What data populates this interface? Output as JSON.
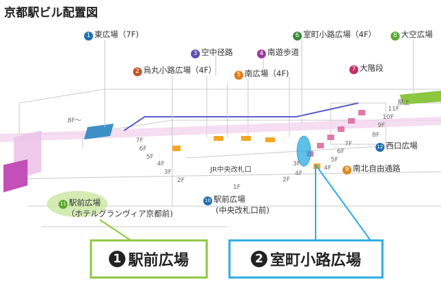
{
  "title": "京都駅ビル配置図",
  "labels": [
    {
      "id": "east",
      "num": "1",
      "text": "東広場（7F)",
      "color": "#1f6fb3"
    },
    {
      "id": "karasuma",
      "num": "2",
      "text": "烏丸小路広場（4F）",
      "color": "#c0562a"
    },
    {
      "id": "skyway",
      "num": "3",
      "text": "空中径路",
      "color": "#5a4fb0"
    },
    {
      "id": "south-stroll",
      "num": "4",
      "text": "南遊歩道",
      "color": "#9b3a9b"
    },
    {
      "id": "south",
      "num": "5",
      "text": "南広場（4F)",
      "color": "#e07b1a"
    },
    {
      "id": "muromachi",
      "num": "6",
      "text": "室町小路広場（4F）",
      "color": "#3a8a3a"
    },
    {
      "id": "stairs",
      "num": "7",
      "text": "大階段",
      "color": "#c2305f"
    },
    {
      "id": "sky",
      "num": "8",
      "text": "大空広場",
      "color": "#5aa832"
    },
    {
      "id": "north-south",
      "num": "9",
      "text": "南北自由通路",
      "color": "#d98a1a"
    },
    {
      "id": "ekimae",
      "num": "10",
      "text": "駅前広場",
      "sub": "(中央改札口前)",
      "color": "#1f6fb3"
    },
    {
      "id": "hotel",
      "num": "11",
      "text": "駅前広場",
      "sub": "（ホテルグランヴィア京都前)",
      "color": "#5aa832"
    },
    {
      "id": "west",
      "num": "12",
      "text": "西口広場",
      "color": "#1f6fb3"
    }
  ],
  "floors": [
    "8F～",
    "7F",
    "6F",
    "5F",
    "4F",
    "3F",
    "2F",
    "1F",
    "4F",
    "3F",
    "2F",
    "8F",
    "9F",
    "10F",
    "11F",
    "屋上",
    "7F",
    "6F",
    "5F",
    "4F"
  ],
  "gate": "JR中央改札口",
  "callouts": [
    {
      "num": "1",
      "text": "駅前広場",
      "color": "#8dc63f"
    },
    {
      "num": "2",
      "text": "室町小路広場",
      "color": "#29abe2"
    }
  ],
  "colors": {
    "blue_line": "#5b5bd0",
    "pink_band": "#f0c8ec",
    "building_line": "#bbbbbb",
    "orange_block": "#f5a623"
  }
}
